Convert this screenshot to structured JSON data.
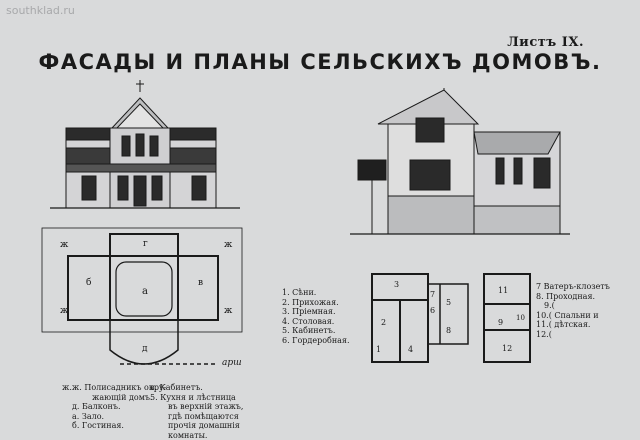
{
  "watermark": "southklad.ru",
  "sheet_label": "Листъ IX.",
  "title": "ФАСАДЫ И ПЛАНЫ СЕЛЬСКИХЪ ДОМОВЪ.",
  "plan_left": {
    "room_marks": [
      "г",
      "б",
      "а",
      "в",
      "д",
      "ж",
      "ж",
      "ж",
      "ж"
    ],
    "scale_label": "арш"
  },
  "legend_left": {
    "items": [
      "ж.ж. Полисадникъ окру-",
      "жающій домъ.",
      "д. Балконъ.",
      "а. Зало.",
      "б. Гостиная."
    ]
  },
  "legend_middle": {
    "items": [
      "в. Кабинетъ.",
      "5. Кухня и лѣстница",
      "въ верхній этажъ,",
      "гдѣ помѣщаются",
      "прочія домашнія",
      "комнаты."
    ]
  },
  "legend_right_plans": {
    "items": [
      "1. Сѣни.",
      "2. Прихожая.",
      "3. Пріемная.",
      "4. Столовая.",
      "5. Кабинетъ.",
      "6. Гордеробная."
    ]
  },
  "legend_far_right": {
    "items": [
      "7 Ватеръ-клозетъ",
      "8. Проходная.",
      "9.(",
      "10.( Спальни и",
      "11.( дѣтская.",
      "12.("
    ]
  },
  "plan_right": {
    "room_numbers_a": [
      "3",
      "2",
      "1",
      "4",
      "6",
      "7",
      "5",
      "8"
    ],
    "room_numbers_b": [
      "11",
      "9",
      "10",
      "12"
    ]
  }
}
